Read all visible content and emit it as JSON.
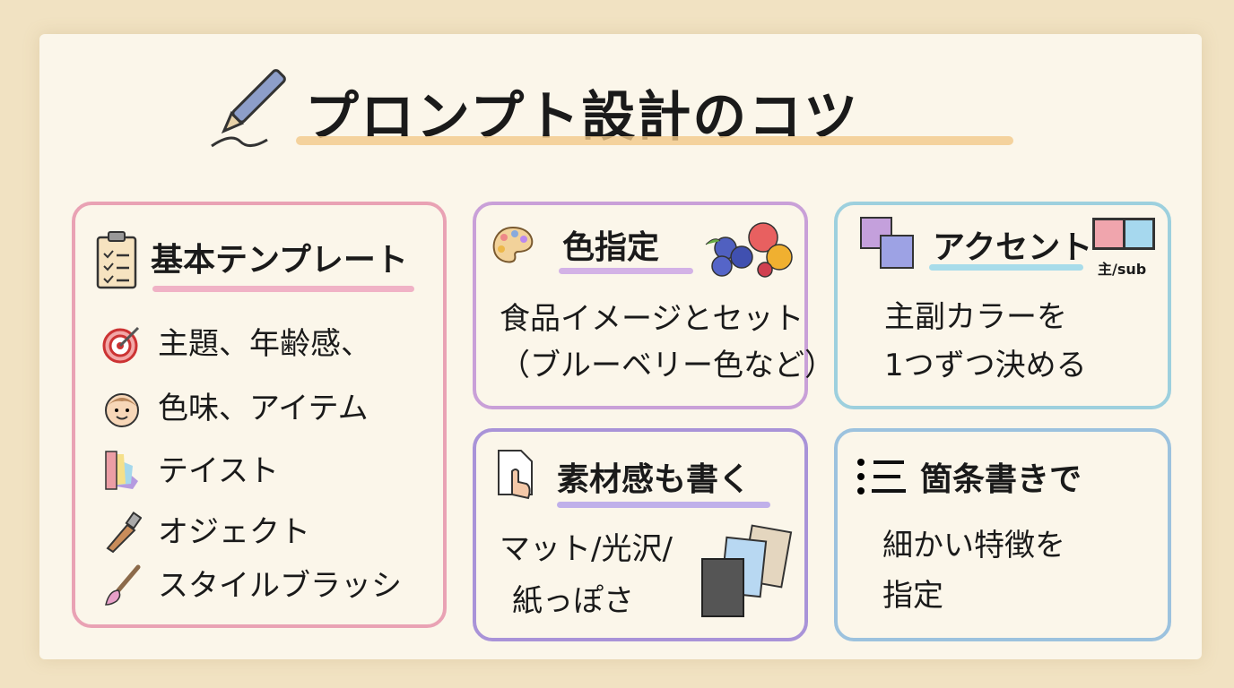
{
  "title": "プロンプト設計のコツ",
  "cards": {
    "template": {
      "heading": "基本テンプレート",
      "items": [
        "主題、年齢感、",
        "色味、アイテム",
        "テイスト",
        "オジェクト",
        "スタイルブラッシ"
      ]
    },
    "color": {
      "heading": "色指定",
      "lines": [
        "食品イメージとセット",
        "（ブルーベリー色など）"
      ]
    },
    "accent": {
      "heading": "アクセント",
      "swatch_label": "主/sub",
      "lines": [
        "主副カラーを",
        "1つずつ決める"
      ],
      "swatch_colors": [
        "#f0a5ad",
        "#a6d8ee"
      ]
    },
    "material": {
      "heading": "素材感も書く",
      "lines": [
        "マット/光沢/",
        "紙っぽさ"
      ]
    },
    "bullets": {
      "heading": "箇条書きで",
      "lines": [
        "細かい特徴を",
        "指定"
      ]
    }
  },
  "colors": {
    "pink": "#e9a2b4",
    "purple": "#c9a0d8",
    "blue": "#9dd0de",
    "title_underline": "#f2c98a"
  }
}
